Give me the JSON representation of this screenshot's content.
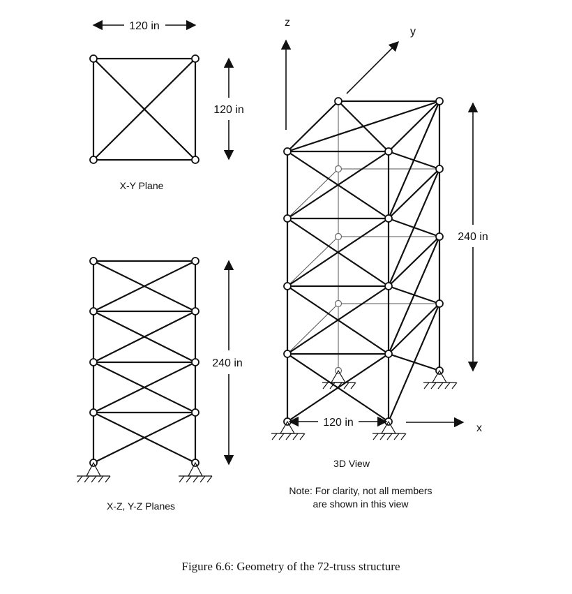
{
  "xy_plane": {
    "width_label": "120 in",
    "height_label": "120 in",
    "caption": "X-Y Plane"
  },
  "xz_plane": {
    "height_label": "240 in",
    "caption": "X-Z, Y-Z Planes"
  },
  "view3d": {
    "axis_z": "z",
    "axis_y": "y",
    "axis_x": "x",
    "height_label": "240 in",
    "base_label": "120 in",
    "caption": "3D View",
    "note_line1": "Note: For clarity, not all members",
    "note_line2": "are shown in this view"
  },
  "figure_caption": "Figure 6.6: Geometry of the 72-truss structure",
  "colors": {
    "ink": "#111111",
    "background": "#ffffff",
    "hidden_member": "#666666"
  }
}
